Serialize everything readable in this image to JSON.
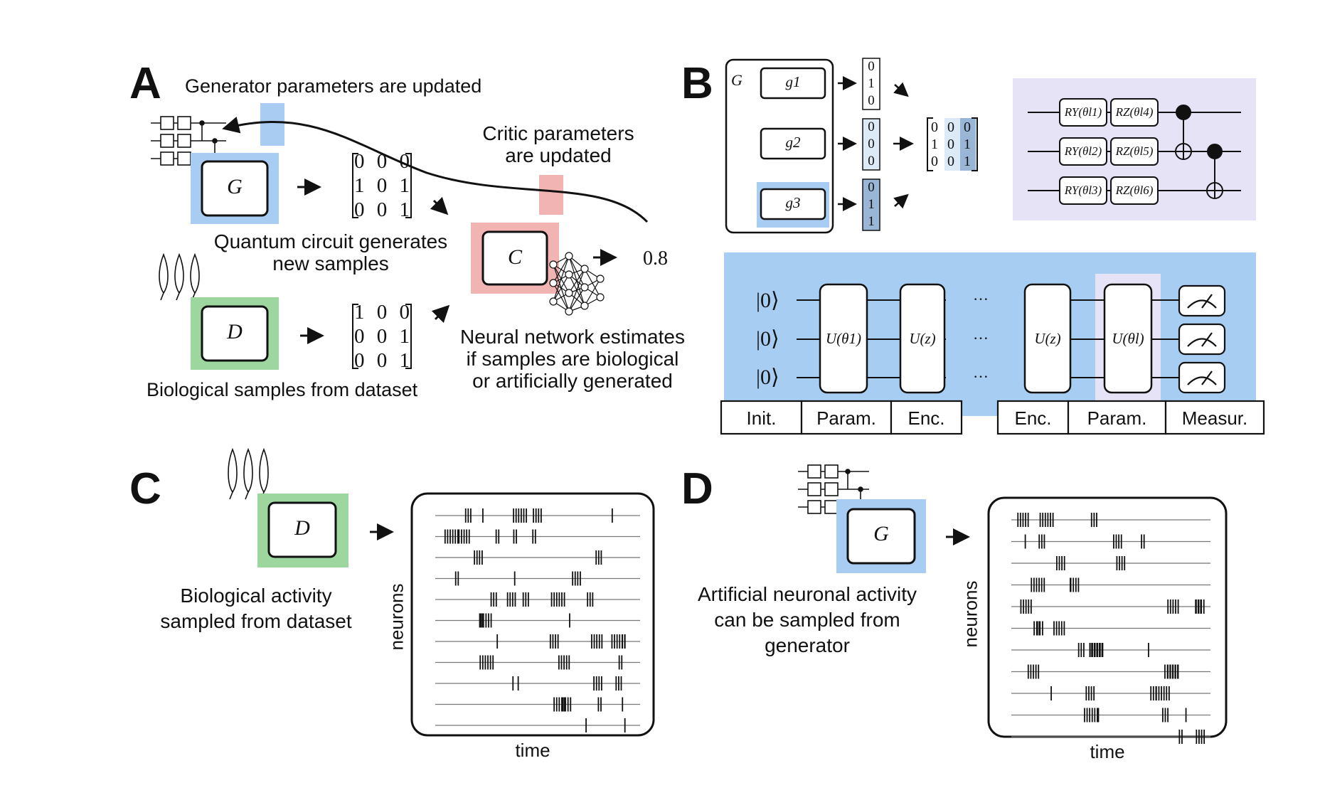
{
  "panel_a": {
    "letter": "A",
    "gen_update": "Generator parameters are updated",
    "critic_update_line1": "Critic parameters",
    "critic_update_line2": "are updated",
    "generator_label": "G",
    "critic_label": "C",
    "data_label": "D",
    "gen_matrix": [
      "0 0 0",
      "1 0 1",
      "0 0 1"
    ],
    "bio_matrix": [
      "1 0 0",
      "0 0 1",
      "0 0 1"
    ],
    "score": "0.8",
    "gen_caption_line1": "Quantum circuit generates",
    "gen_caption_line2": "new samples",
    "bio_caption": "Biological samples from dataset",
    "critic_caption_line1": "Neural network estimates",
    "critic_caption_line2": "if samples are biological",
    "critic_caption_line3": "or artificially generated",
    "colors": {
      "generator": "#a9cdf2",
      "critic": "#f2b3b3",
      "data": "#9ed6a0"
    }
  },
  "panel_b": {
    "letter": "B",
    "group_label": "G",
    "sub_generators": [
      "g1",
      "g2",
      "g3"
    ],
    "sub_outputs": [
      [
        "0",
        "1",
        "0"
      ],
      [
        "0",
        "0",
        "0"
      ],
      [
        "0",
        "1",
        "1"
      ]
    ],
    "combined_matrix": [
      "0 0 0",
      "1 0 1",
      "0 0 1"
    ],
    "rotation_gates": [
      {
        "ry": "RY(θl1)",
        "rz": "RZ(θl4)"
      },
      {
        "ry": "RY(θl2)",
        "rz": "RZ(θl5)"
      },
      {
        "ry": "RY(θl3)",
        "rz": "RZ(θl6)"
      }
    ],
    "init_kets": [
      "|0⟩",
      "|0⟩",
      "|0⟩"
    ],
    "circuit_gates": [
      "U(θ1)",
      "U(z)",
      "U(z)",
      "U(θl)"
    ],
    "ellipsis": "···",
    "stages": [
      "Init.",
      "Param.",
      "Enc.",
      "Enc.",
      "Param.",
      "Measur."
    ],
    "colors": {
      "circuit_bg": "#a8cdf3",
      "rotation_bg": "#e6e3f7"
    }
  },
  "panel_c": {
    "letter": "C",
    "data_label": "D",
    "caption_line1": "Biological activity",
    "caption_line2": "sampled from dataset",
    "y_axis": "neurons",
    "x_axis": "time"
  },
  "panel_d": {
    "letter": "D",
    "generator_label": "G",
    "caption_line1": "Artificial neuronal activity",
    "caption_line2": "can be sampled from",
    "caption_line3": "generator",
    "y_axis": "neurons",
    "x_axis": "time"
  }
}
